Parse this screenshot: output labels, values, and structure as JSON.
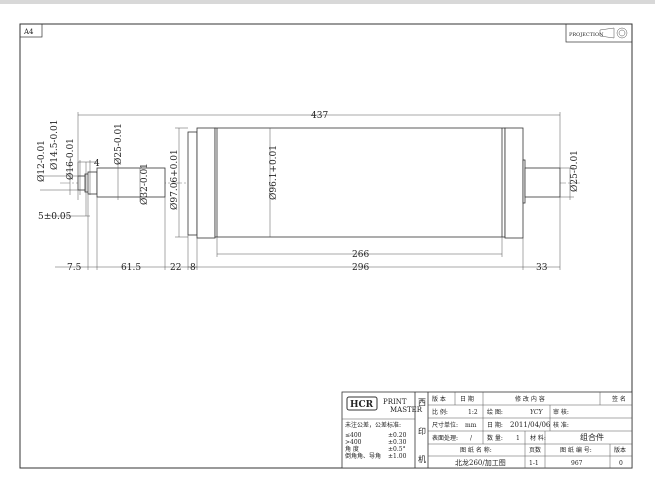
{
  "sheet": {
    "size": "A4",
    "projection_label": "PROJECTION"
  },
  "dimensions": {
    "overall": "437",
    "body": "266",
    "body_flanges": "296",
    "right_shaft": "33",
    "left_end": "7.5",
    "left_shaft": "61.5",
    "left_step": "22",
    "flange": "8",
    "groove": "4",
    "groove_width": "5±0.05",
    "d12": "Ø12-0.01",
    "d14_5": "Ø14.5-0.01",
    "d16": "Ø16-0.01",
    "d25_left": "Ø25-0.01",
    "d32": "Ø32-0.01",
    "d97": "Ø97.06+0.01",
    "d96": "Ø96.1+0.01",
    "d25_right": "Ø25-0.01"
  },
  "title_block": {
    "logo_hcr": "HCR",
    "logo_text_1": "PRINT",
    "logo_text_2": "MASTER",
    "company": [
      "西",
      "印",
      "机"
    ],
    "tolerance_title": "未注公差，公差标准:",
    "tolerances": [
      [
        "≤400",
        "±0.20"
      ],
      [
        ">400",
        "±0.30"
      ],
      [
        "角 度",
        "±0.5°"
      ],
      [
        "倒角角、导角",
        "±1.00"
      ]
    ],
    "rev_headers": [
      "版 本",
      "日 期",
      "修 改 内 容",
      "签 名"
    ],
    "scale_label": "比 例:",
    "scale": "1:2",
    "drawn_label": "绘 图:",
    "drawn": "YCY",
    "review_label": "审 核:",
    "unit_label": "尺寸单位:",
    "unit": "mm",
    "date_label": "日 期:",
    "date": "2011/04/06",
    "approve_label": "核 准:",
    "surface_label": "表面处理:",
    "surface": "/",
    "qty_label": "数 量:",
    "qty": "1",
    "material_label": "材 料:",
    "material": "组合件",
    "name_label": "图 纸 名 称:",
    "name": "北龙260/加工图",
    "page_label": "页数",
    "page": "1-1",
    "number_label": "图 纸 编 号:",
    "number": "967",
    "version_label": "版本",
    "version": "0"
  }
}
